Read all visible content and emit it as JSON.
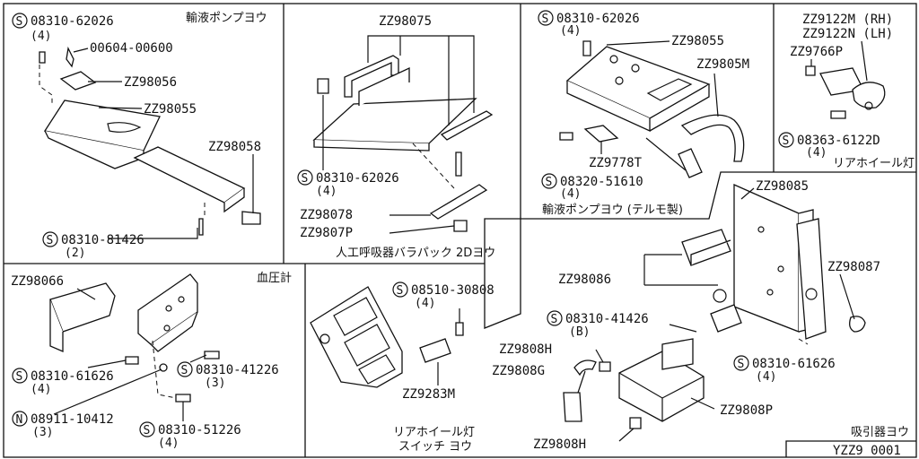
{
  "panels": {
    "p1": {
      "title": "輸液ポンプヨウ",
      "labels": [
        "08310-62026",
        "(4)",
        "00604-00600",
        "ZZ98056",
        "ZZ98055",
        "ZZ98058",
        "08310-81426",
        "(2)"
      ]
    },
    "p2": {
      "title": "人工呼吸器バラパック 2Dヨウ",
      "labels": [
        "ZZ98075",
        "08310-62026",
        "(4)",
        "ZZ98078",
        "ZZ9807P"
      ]
    },
    "p3": {
      "title": "輸液ポンプヨウ (テルモ製)",
      "labels": [
        "08310-62026",
        "(4)",
        "ZZ98055",
        "ZZ9805M",
        "ZZ9778T",
        "08320-51610",
        "(4)"
      ]
    },
    "p4": {
      "title": "リアホイール灯",
      "labels": [
        "ZZ9122M (RH)",
        "ZZ9122N (LH)",
        "ZZ9766P",
        "08363-6122D",
        "(4)"
      ]
    },
    "p5": {
      "title": "血圧計",
      "labels": [
        "ZZ98066",
        "08310-61626",
        "(4)",
        "08310-41226",
        "(3)",
        "08911-10412",
        "(3)",
        "08310-51226",
        "(4)"
      ]
    },
    "p6": {
      "title_line1": "リアホイール灯",
      "title_line2": "スイッチ ヨウ",
      "labels": [
        "08510-30808",
        "(4)",
        "ZZ9283M"
      ]
    },
    "p7": {
      "title": "吸引器ヨウ",
      "labels": [
        "ZZ98085",
        "ZZ98086",
        "ZZ98087",
        "08310-41426",
        "(B)",
        "ZZ9808H",
        "ZZ9808G",
        "08310-61626",
        "(4)",
        "ZZ9808P",
        "ZZ9808H"
      ]
    }
  },
  "markers": {
    "s": "S",
    "n": "N"
  },
  "drawing_code": "YZZ9 0001"
}
